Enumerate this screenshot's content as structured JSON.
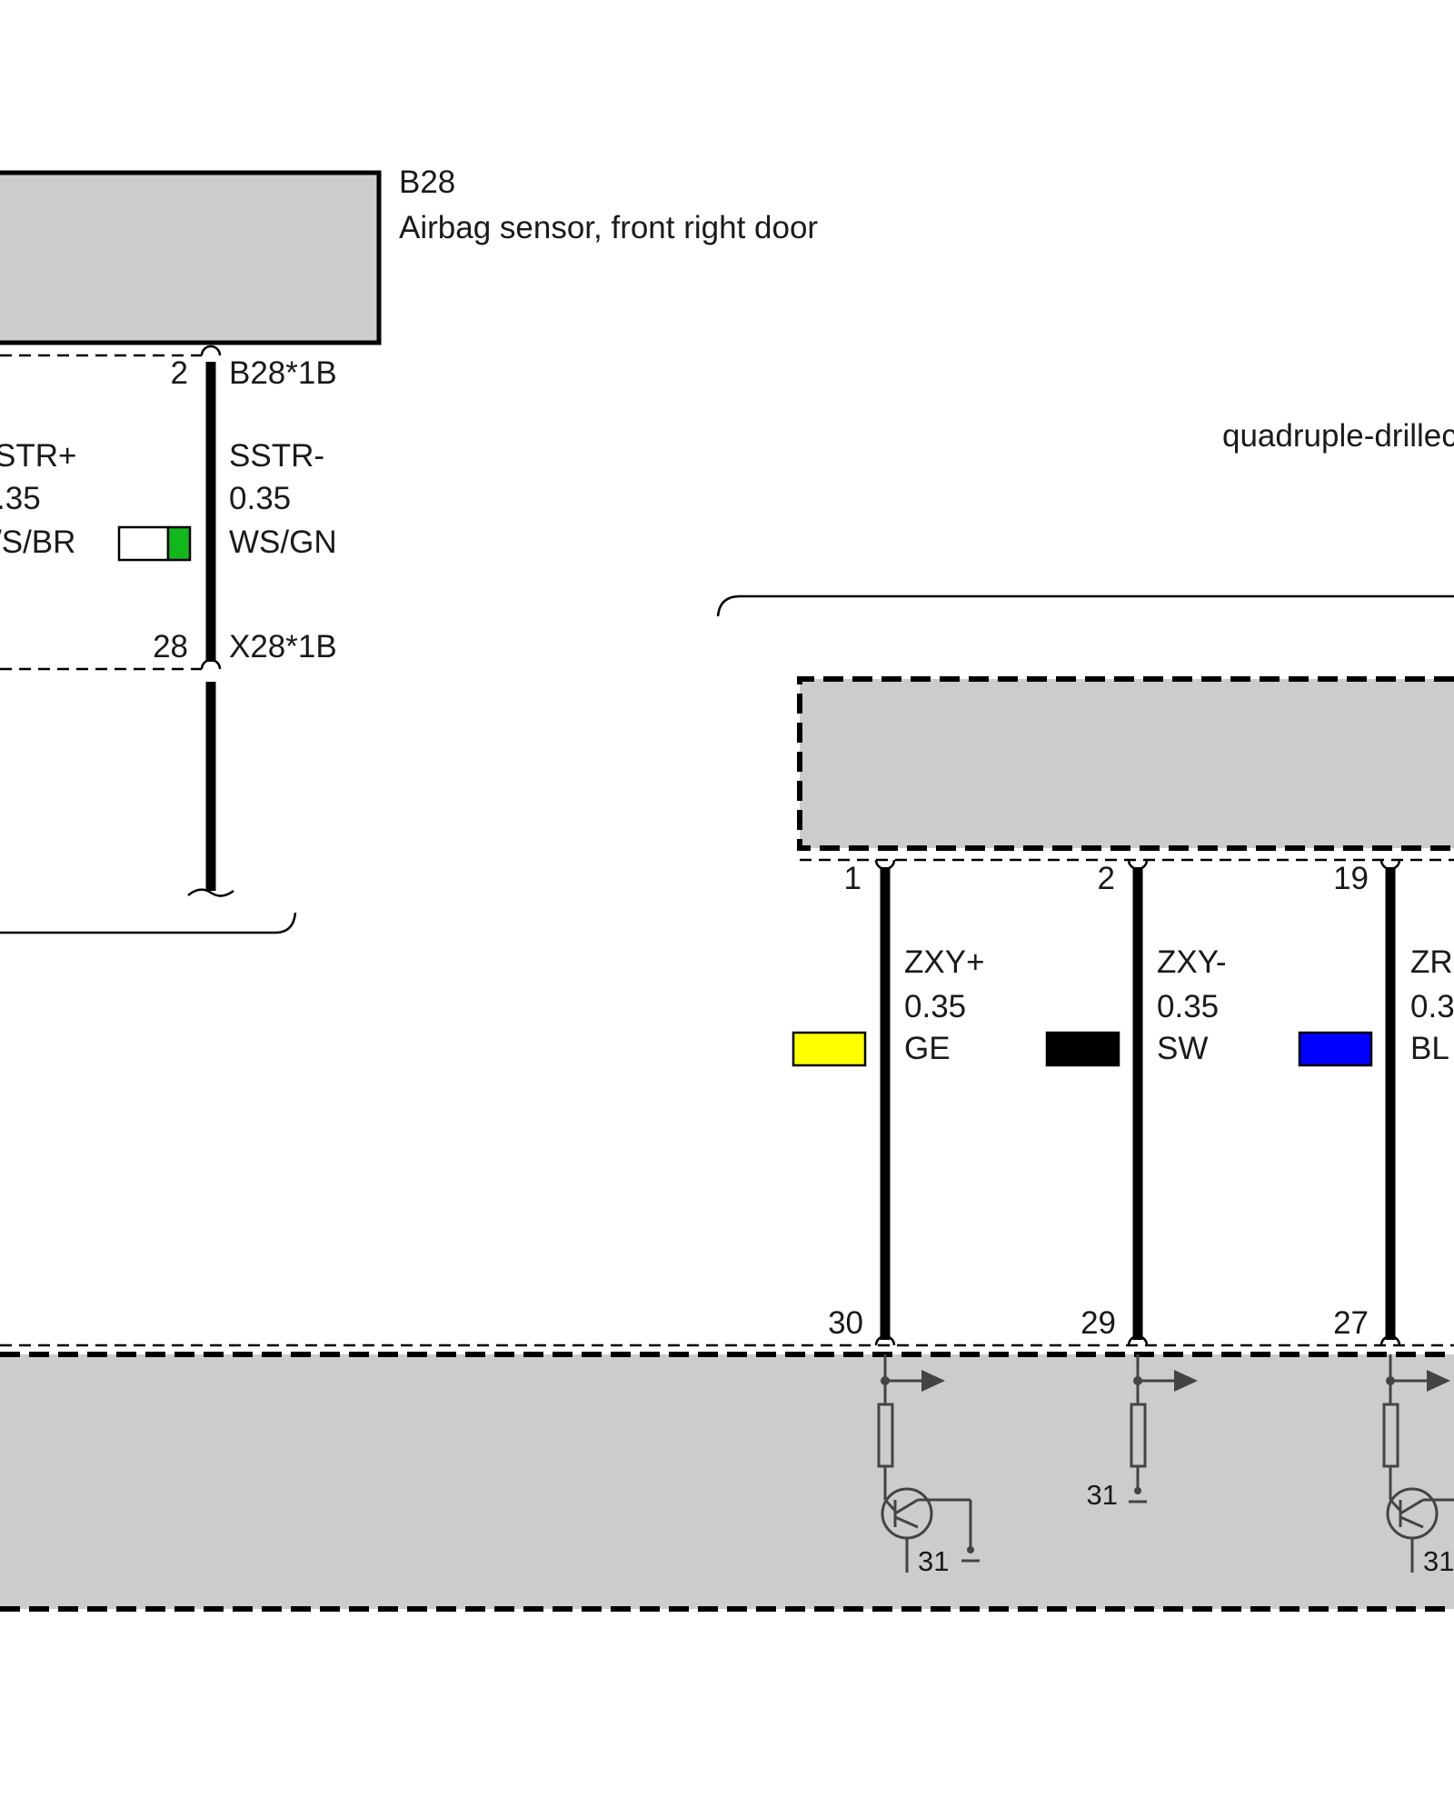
{
  "components": {
    "b28": {
      "id": "B28",
      "name": "Airbag sensor, front right door"
    },
    "group_label": "quadruple-drillec"
  },
  "pins": {
    "b28_top": {
      "num": "2",
      "conn": "B28*1B"
    },
    "x28": {
      "num": "28",
      "conn": "X28*1B"
    },
    "upper_module": [
      "1",
      "2",
      "19"
    ],
    "lower_module": [
      "30",
      "29",
      "27"
    ]
  },
  "wires": {
    "sstr_plus": {
      "signal": "STR+",
      "size": ".35",
      "color": "/S/BR",
      "swatch_colors": [
        "#ffffff",
        "#a0522d"
      ]
    },
    "sstr_minus": {
      "signal": "SSTR-",
      "size": "0.35",
      "color": "WS/GN",
      "swatch_colors": [
        "#ffffff",
        "#12b71b"
      ]
    },
    "zxy_plus": {
      "signal": "ZXY+",
      "size": "0.35",
      "color": "GE",
      "swatch_colors": [
        "#ffff00"
      ]
    },
    "zxy_minus": {
      "signal": "ZXY-",
      "size": "0.35",
      "color": "SW",
      "swatch_colors": [
        "#000000"
      ]
    },
    "zr": {
      "signal": "ZR",
      "size": "0.3",
      "color": "BL",
      "swatch_colors": [
        "#0000ff"
      ]
    }
  },
  "grounds": [
    "31",
    "31",
    "31"
  ],
  "colors": {
    "module_fill": "#cccccc",
    "wire": "#000000",
    "symbol": "#444444"
  }
}
